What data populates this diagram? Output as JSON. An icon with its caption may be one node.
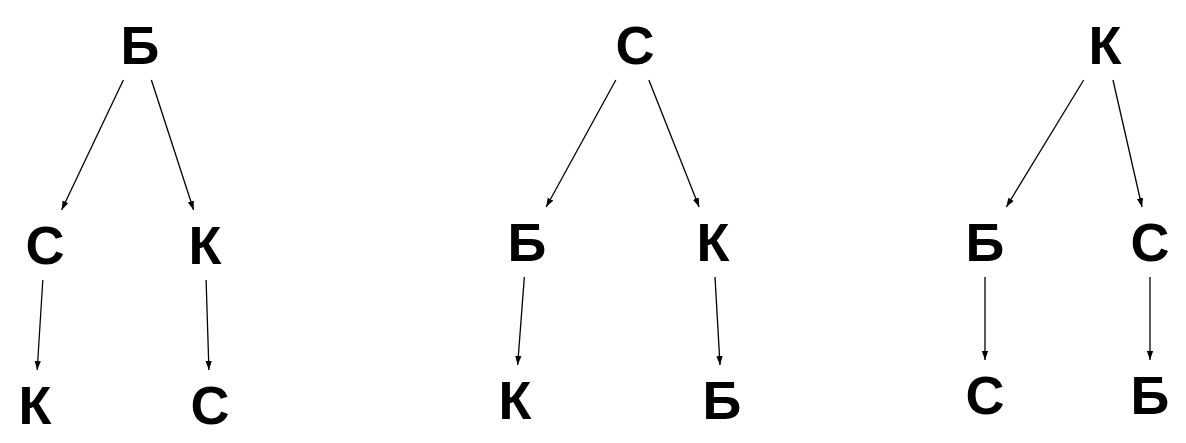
{
  "diagram": {
    "nodes": [
      {
        "text": [
          "Б"
        ]
      },
      {
        "text": [
          "С"
        ]
      },
      {
        "text": [
          "К"
        ]
      },
      {
        "text": [
          "К"
        ]
      },
      {
        "text": [
          "С"
        ]
      },
      {
        "text": [
          "С"
        ]
      },
      {
        "text": [
          "Б"
        ]
      },
      {
        "text": [
          "К"
        ]
      },
      {
        "text": [
          "К"
        ]
      },
      {
        "text": [
          "Б"
        ]
      },
      {
        "text": [
          "К"
        ]
      },
      {
        "text": [
          "Б"
        ]
      },
      {
        "text": [
          "С"
        ]
      },
      {
        "text": [
          "С"
        ]
      },
      {
        "text": [
          "Б"
        ]
      }
    ],
    "edges": [
      {
        "from": 0,
        "to": 1,
        "arrow": "to"
      },
      {
        "from": 0,
        "to": 2,
        "arrow": "to"
      },
      {
        "from": 1,
        "to": 3,
        "arrow": "to"
      },
      {
        "from": 2,
        "to": 4,
        "arrow": "to"
      },
      {
        "from": 5,
        "to": 6,
        "arrow": "to"
      },
      {
        "from": 5,
        "to": 7,
        "arrow": "to"
      },
      {
        "from": 6,
        "to": 8,
        "arrow": "to"
      },
      {
        "from": 7,
        "to": 9,
        "arrow": "to"
      },
      {
        "from": 10,
        "to": 11,
        "arrow": "to"
      },
      {
        "from": 10,
        "to": 12,
        "arrow": "to"
      },
      {
        "from": 11,
        "to": 13,
        "arrow": "to"
      },
      {
        "from": 12,
        "to": 14,
        "arrow": "to"
      }
    ]
  }
}
